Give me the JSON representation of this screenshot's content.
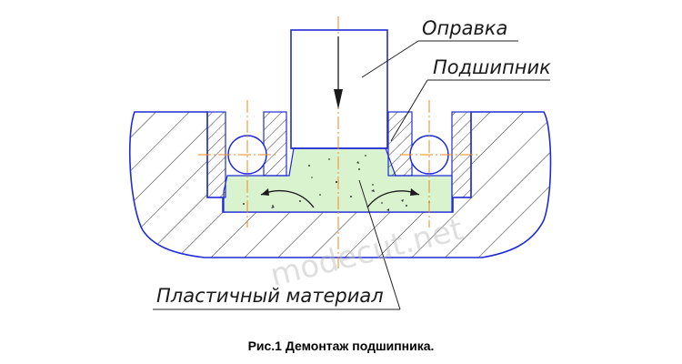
{
  "labels": {
    "mandrel": "Оправка",
    "bearing": "Подшипник",
    "plastic_material": "Пластичный материал"
  },
  "watermark": "modecut.net",
  "caption": "Рис.1 Демонтаж подшипника.",
  "colors": {
    "outline": "#1f2bd6",
    "centerline": "#f28a1e",
    "fill": "#d9f3cf",
    "leader": "#222222"
  }
}
